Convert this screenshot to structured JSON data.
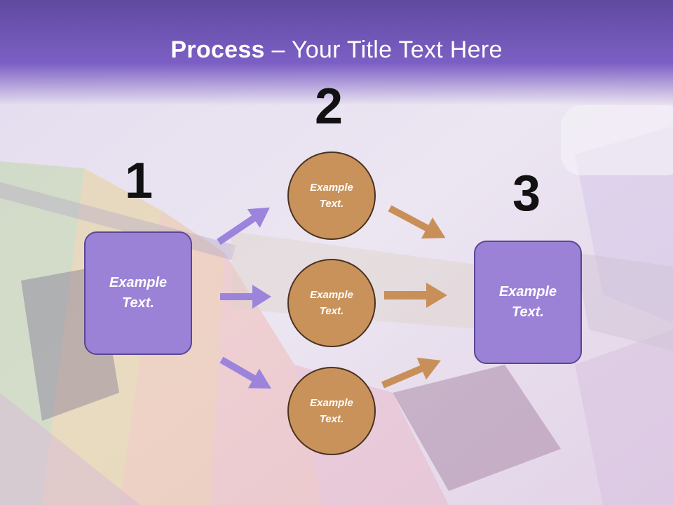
{
  "title": {
    "bold": "Process",
    "rest": " – Your Title Text Here"
  },
  "steps": [
    {
      "number": "1",
      "label": "Example Text."
    },
    {
      "number": "2",
      "label": ""
    },
    {
      "number": "3",
      "label": "Example Text."
    }
  ],
  "circles": [
    {
      "label": "Example Text."
    },
    {
      "label": "Example Text."
    },
    {
      "label": "Example Text."
    }
  ],
  "colors": {
    "header": "#7c5fc4",
    "box_fill": "#9b82d6",
    "circle_fill": "#c9925a",
    "arrow_purple": "#9c84dc",
    "arrow_orange": "#c98f58"
  }
}
